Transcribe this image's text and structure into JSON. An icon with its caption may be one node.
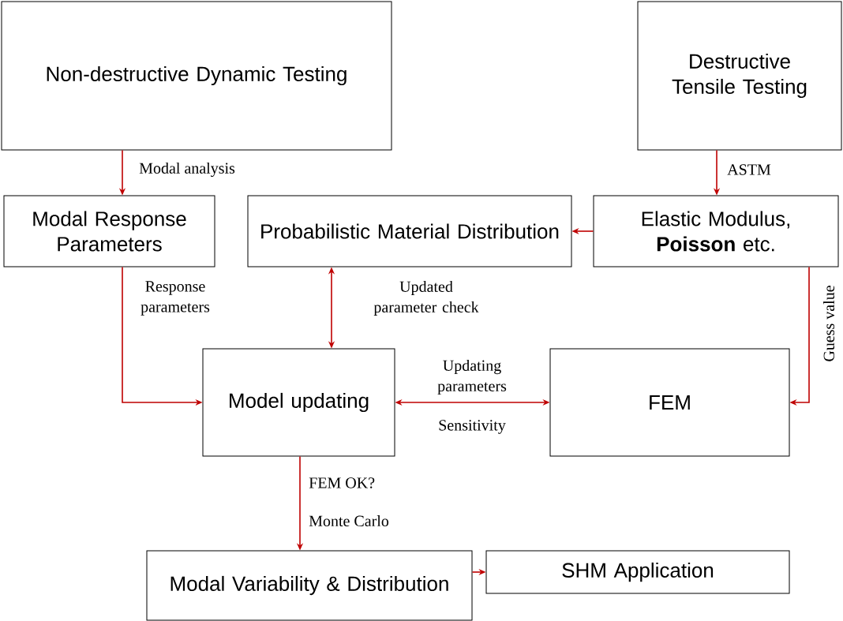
{
  "diagram": {
    "nodes": [
      {
        "text": [
          "Non-destructive Dynamic Testing"
        ]
      },
      {
        "text": [
          "Destructive Tensile Testing"
        ]
      },
      {
        "text": [
          "Modal Response Parameters"
        ]
      },
      {
        "text": [
          "Probabilistic Material Distribution"
        ]
      },
      {
        "text": [
          "Elastic Modulus, **Poisson** etc."
        ]
      },
      {
        "text": [
          "Model updating"
        ]
      },
      {
        "text": [
          "FEM"
        ]
      },
      {
        "text": [
          "Modal Variability & Distribution"
        ]
      },
      {
        "text": [
          "SHM Application"
        ]
      }
    ],
    "edges": [
      {
        "from": 0,
        "to": 2,
        "arrow": "to",
        "label": "Modal analysis"
      },
      {
        "from": 1,
        "to": 4,
        "arrow": "to",
        "label": "ASTM"
      },
      {
        "from": 4,
        "to": 3,
        "arrow": "to"
      },
      {
        "from": 3,
        "to": 5,
        "arrow": "both",
        "label": "Updated parameter check"
      },
      {
        "from": 2,
        "to": 5,
        "arrow": "to",
        "label": "Response parameters"
      },
      {
        "from": 5,
        "to": 6,
        "arrow": "both",
        "label": "Updating parameters"
      },
      {
        "from": 4,
        "to": 6,
        "arrow": "to",
        "label": "Guess value"
      },
      {
        "from": 5,
        "to": 7,
        "arrow": "to",
        "label": "FEM OK?"
      },
      {
        "from": 7,
        "to": 8,
        "arrow": "to"
      }
    ],
    "labels": [
      "Sensitivity",
      "Monte Carlo"
    ]
  }
}
